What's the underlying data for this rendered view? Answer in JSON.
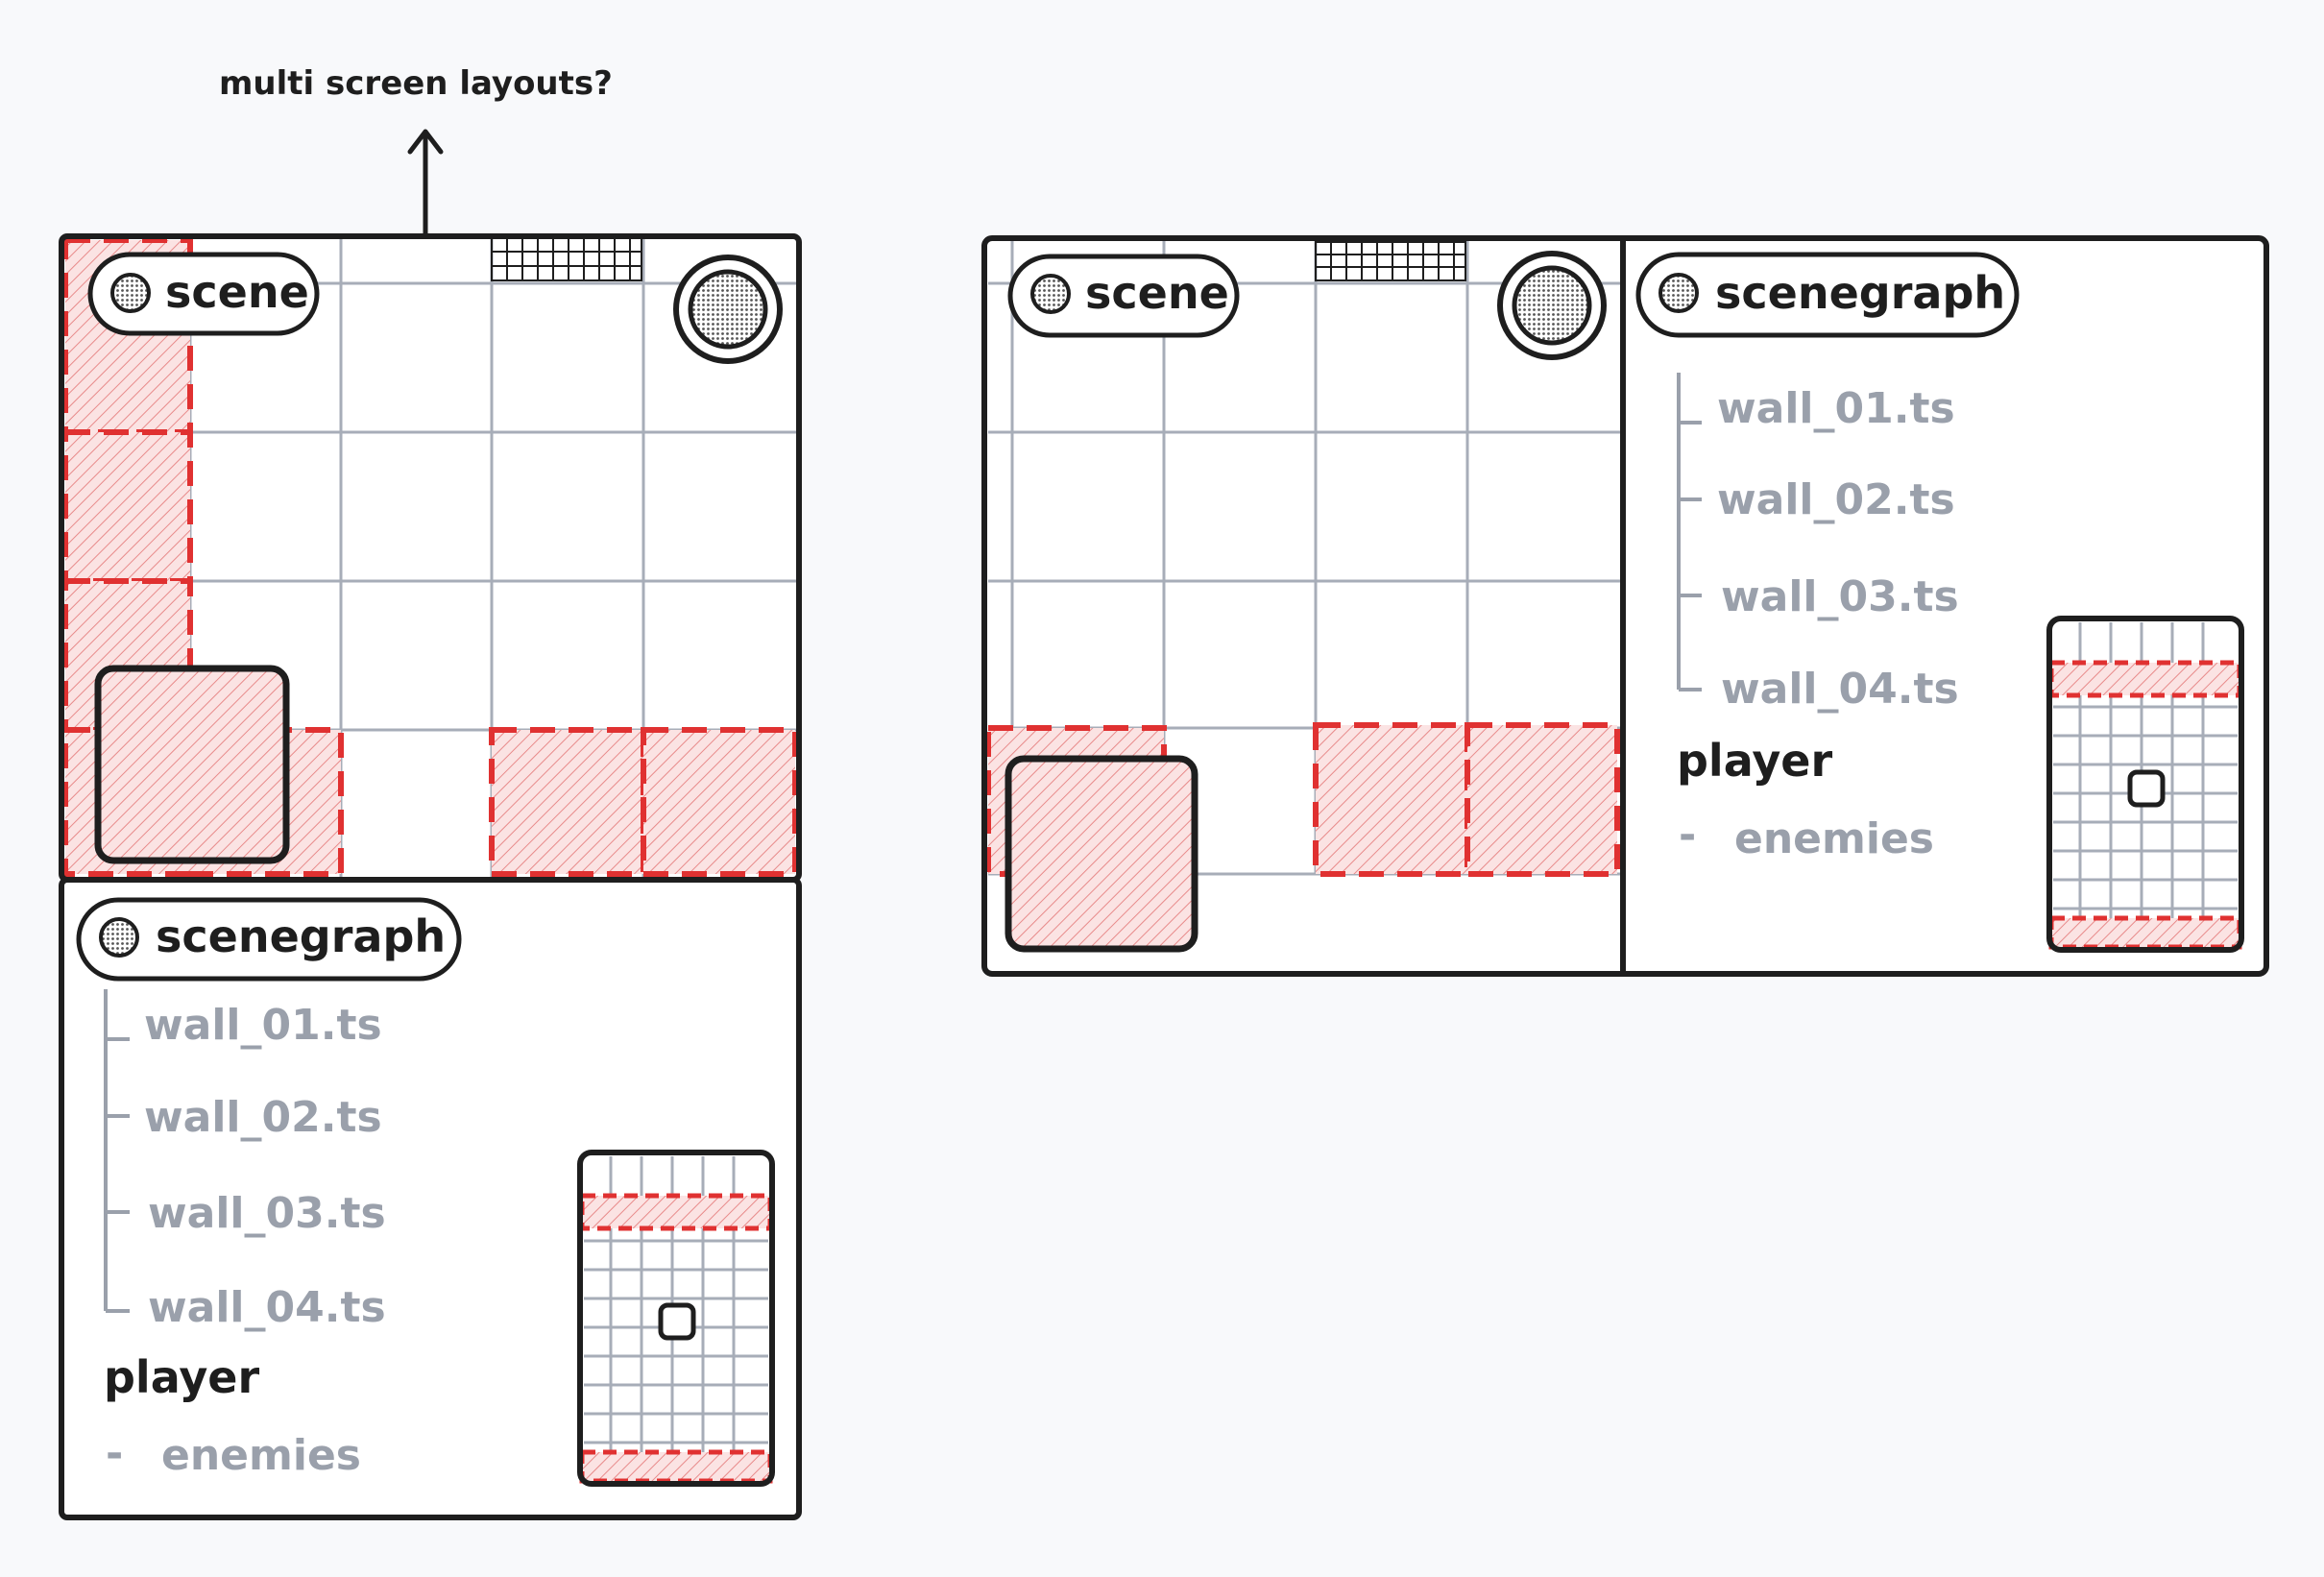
{
  "annotation": "multi screen layouts?",
  "layouts": [
    {
      "id": "stacked",
      "scene_label": "scene",
      "scenegraph_label": "scenegraph",
      "tree_items": [
        "wall_01.ts",
        "wall_02.ts",
        "wall_03.ts",
        "wall_04.ts"
      ],
      "player_label": "player",
      "enemies_prefix": "-",
      "enemies_label": "enemies"
    },
    {
      "id": "side-by-side",
      "scene_label": "scene",
      "scenegraph_label": "scenegraph",
      "tree_items": [
        "wall_01.ts",
        "wall_02.ts",
        "wall_03.ts",
        "wall_04.ts"
      ],
      "player_label": "player",
      "enemies_prefix": "-",
      "enemies_label": "enemies"
    }
  ],
  "colors": {
    "ink": "#1e1e1e",
    "grid": "#a7adb8",
    "wall": "#e03131",
    "muted_text": "#9aa0ab",
    "background": "#f8f9fb"
  }
}
